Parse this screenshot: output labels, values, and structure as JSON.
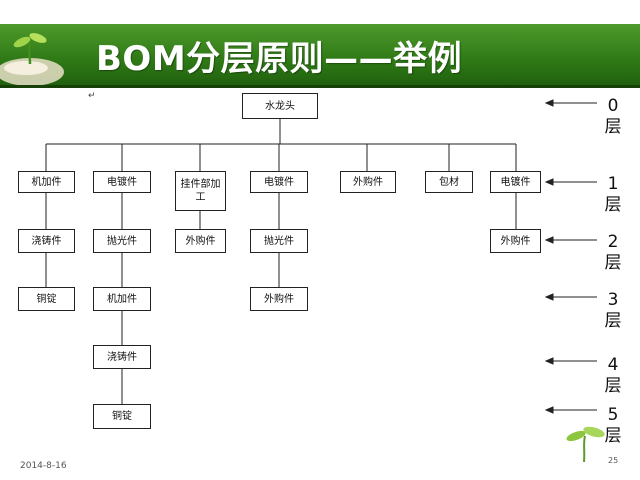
{
  "slide": {
    "title": "BOM分层原则——举例",
    "page_number": "25",
    "date": "2014-8-16",
    "paragraph_mark": "↵"
  },
  "diagram": {
    "root": "水龙头",
    "level1": [
      "机加件",
      "电镀件",
      "挂件部加工",
      "电镀件",
      "外购件",
      "包材",
      "电镀件"
    ],
    "level2": [
      "浇铸件",
      "抛光件",
      "外购件",
      "抛光件",
      "外购件"
    ],
    "level3": [
      "铜锭",
      "机加件",
      "外购件"
    ],
    "level4": [
      "浇铸件"
    ],
    "level5": [
      "铜锭"
    ]
  },
  "layers": [
    {
      "num": "0",
      "unit": "层"
    },
    {
      "num": "1",
      "unit": "层"
    },
    {
      "num": "2",
      "unit": "层"
    },
    {
      "num": "3",
      "unit": "层"
    },
    {
      "num": "4",
      "unit": "层"
    },
    {
      "num": "5",
      "unit": "层"
    }
  ],
  "colors": {
    "banner": "#2f7a16",
    "title_text": "#ffffff",
    "line": "#222222"
  }
}
